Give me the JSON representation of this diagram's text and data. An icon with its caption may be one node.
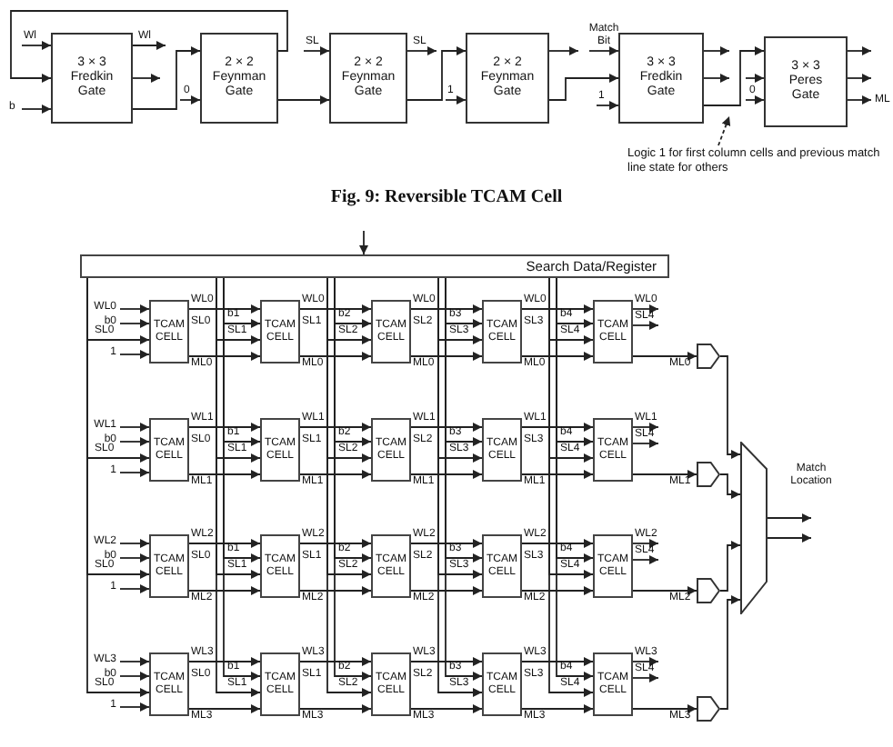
{
  "diagram": {
    "caption": "Fig. 9: Reversible TCAM Cell",
    "nodes": [
      {
        "text": [
          "3 × 3 Fredkin Gate"
        ]
      },
      {
        "text": [
          "2 × 2 Feynman Gate"
        ]
      },
      {
        "text": [
          "2 × 2 Feynman Gate"
        ]
      },
      {
        "text": [
          "2 × 2 Feynman Gate"
        ]
      },
      {
        "text": [
          "3 × 3 Fredkin Gate"
        ]
      },
      {
        "text": [
          "3 × 3 Peres Gate"
        ]
      },
      {
        "text": [
          "Logic 1 for first column cells and previous match line state for others"
        ]
      },
      {
        "text": [
          "Search Data/Register"
        ]
      },
      {
        "text": [
          "TCAM CELL"
        ]
      },
      {
        "text": [
          "TCAM CELL"
        ]
      },
      {
        "text": [
          "TCAM CELL"
        ]
      },
      {
        "text": [
          "TCAM CELL"
        ]
      },
      {
        "text": [
          "TCAM CELL"
        ]
      },
      {
        "text": [
          "TCAM CELL"
        ]
      },
      {
        "text": [
          "TCAM CELL"
        ]
      },
      {
        "text": [
          "TCAM CELL"
        ]
      },
      {
        "text": [
          "TCAM CELL"
        ]
      },
      {
        "text": [
          "TCAM CELL"
        ]
      },
      {
        "text": [
          "TCAM CELL"
        ]
      },
      {
        "text": [
          "TCAM CELL"
        ]
      },
      {
        "text": [
          "TCAM CELL"
        ]
      },
      {
        "text": [
          "TCAM CELL"
        ]
      },
      {
        "text": [
          "TCAM CELL"
        ]
      },
      {
        "text": [
          "TCAM CELL"
        ]
      },
      {
        "text": [
          "TCAM CELL"
        ]
      },
      {
        "text": [
          "TCAM CELL"
        ]
      },
      {
        "text": [
          "TCAM CELL"
        ]
      },
      {
        "text": [
          "TCAM CELL"
        ]
      },
      {
        "text": [],
        "shape": "gate"
      },
      {
        "text": [],
        "shape": "gate"
      },
      {
        "text": [],
        "shape": "gate"
      },
      {
        "text": [],
        "shape": "gate"
      },
      {
        "text": [],
        "shape": "trapezium",
        "beside": [
          "Match Location"
        ]
      }
    ],
    "edges": [
      {
        "from": null,
        "to": 0,
        "arrow": "to",
        "label": "Wl"
      },
      {
        "from": null,
        "to": 0,
        "arrow": "to",
        "label": "b"
      },
      {
        "from": 1,
        "to": 0,
        "arrow": "to"
      },
      {
        "from": 0,
        "to": null,
        "arrow": "to",
        "label": "Wl"
      },
      {
        "from": 0,
        "to": null,
        "arrow": "to"
      },
      {
        "from": 0,
        "to": 1,
        "arrow": "to"
      },
      {
        "from": null,
        "to": 1,
        "arrow": "to",
        "label": "0"
      },
      {
        "from": 1,
        "to": 2,
        "arrow": "to"
      },
      {
        "from": null,
        "to": 2,
        "arrow": "to",
        "label": "SL"
      },
      {
        "from": 2,
        "to": null,
        "arrow": "to",
        "label": "SL"
      },
      {
        "from": 2,
        "to": 3,
        "arrow": "to"
      },
      {
        "from": null,
        "to": 3,
        "arrow": "to",
        "label": "1"
      },
      {
        "from": 3,
        "to": null,
        "arrow": "to"
      },
      {
        "from": 3,
        "to": 4,
        "arrow": "to"
      },
      {
        "from": null,
        "to": 4,
        "arrow": "to",
        "label": "Match Bit"
      },
      {
        "from": null,
        "to": 4,
        "arrow": "to",
        "label": "1"
      },
      {
        "from": 4,
        "to": null,
        "arrow": "to"
      },
      {
        "from": 4,
        "to": null,
        "arrow": "to"
      },
      {
        "from": 4,
        "to": 5,
        "arrow": "to"
      },
      {
        "from": null,
        "to": 5,
        "arrow": "to"
      },
      {
        "from": null,
        "to": 5,
        "arrow": "to",
        "label": "0"
      },
      {
        "from": 5,
        "to": null,
        "arrow": "to"
      },
      {
        "from": 5,
        "to": null,
        "arrow": "to"
      },
      {
        "from": 5,
        "to": null,
        "arrow": "to",
        "label": "ML"
      },
      {
        "from": 6,
        "to": null,
        "arrow": "to",
        "style": "dashed"
      },
      {
        "from": null,
        "to": 7,
        "arrow": "to"
      },
      {
        "from": null,
        "to": 8,
        "arrow": "to",
        "label": "WL0"
      },
      {
        "from": null,
        "to": 8,
        "arrow": "to",
        "label": "b0"
      },
      {
        "from": 7,
        "to": 8,
        "arrow": "to",
        "label": "SL0"
      },
      {
        "from": null,
        "to": 8,
        "arrow": "to",
        "label": "1"
      },
      {
        "from": 8,
        "to": 9,
        "arrow": "to",
        "label": "WL0"
      },
      {
        "from": 8,
        "to": 9,
        "arrow": "to",
        "label": "ML0"
      },
      {
        "from": 7,
        "to": 9,
        "arrow": "to",
        "label": "b1"
      },
      {
        "from": 7,
        "to": 9,
        "arrow": "to",
        "label": "SL1"
      },
      {
        "from": 9,
        "to": 10,
        "arrow": "to",
        "label": "WL0"
      },
      {
        "from": 9,
        "to": 10,
        "arrow": "to",
        "label": "ML0"
      },
      {
        "from": 7,
        "to": 10,
        "arrow": "to",
        "label": "b2"
      },
      {
        "from": 7,
        "to": 10,
        "arrow": "to",
        "label": "SL2"
      },
      {
        "from": 10,
        "to": 11,
        "arrow": "to",
        "label": "WL0"
      },
      {
        "from": 10,
        "to": 11,
        "arrow": "to",
        "label": "ML0"
      },
      {
        "from": 7,
        "to": 11,
        "arrow": "to",
        "label": "b3"
      },
      {
        "from": 7,
        "to": 11,
        "arrow": "to",
        "label": "SL3"
      },
      {
        "from": 11,
        "to": 12,
        "arrow": "to",
        "label": "WL0"
      },
      {
        "from": 11,
        "to": 12,
        "arrow": "to",
        "label": "ML0"
      },
      {
        "from": 7,
        "to": 12,
        "arrow": "to",
        "label": "b4"
      },
      {
        "from": 7,
        "to": 12,
        "arrow": "to",
        "label": "SL4"
      },
      {
        "from": 12,
        "to": null,
        "arrow": "to",
        "label": "WL0"
      },
      {
        "from": 12,
        "to": null,
        "arrow": "to",
        "label": "SL4"
      },
      {
        "from": 12,
        "to": 28,
        "arrow": "to",
        "label": "ML0"
      },
      {
        "from": null,
        "to": 13,
        "arrow": "to",
        "label": "WL1"
      },
      {
        "from": null,
        "to": 13,
        "arrow": "to",
        "label": "b0"
      },
      {
        "from": 7,
        "to": 13,
        "arrow": "to",
        "label": "SL0"
      },
      {
        "from": null,
        "to": 13,
        "arrow": "to",
        "label": "1"
      },
      {
        "from": 13,
        "to": 14,
        "arrow": "to",
        "label": "WL1"
      },
      {
        "from": 13,
        "to": 14,
        "arrow": "to",
        "label": "ML1"
      },
      {
        "from": 7,
        "to": 14,
        "arrow": "to",
        "label": "b1"
      },
      {
        "from": 7,
        "to": 14,
        "arrow": "to",
        "label": "SL1"
      },
      {
        "from": 14,
        "to": 15,
        "arrow": "to",
        "label": "WL1"
      },
      {
        "from": 14,
        "to": 15,
        "arrow": "to",
        "label": "ML1"
      },
      {
        "from": 7,
        "to": 15,
        "arrow": "to",
        "label": "b2"
      },
      {
        "from": 7,
        "to": 15,
        "arrow": "to",
        "label": "SL2"
      },
      {
        "from": 15,
        "to": 16,
        "arrow": "to",
        "label": "WL1"
      },
      {
        "from": 15,
        "to": 16,
        "arrow": "to",
        "label": "ML1"
      },
      {
        "from": 7,
        "to": 16,
        "arrow": "to",
        "label": "b3"
      },
      {
        "from": 7,
        "to": 16,
        "arrow": "to",
        "label": "SL3"
      },
      {
        "from": 16,
        "to": 17,
        "arrow": "to",
        "label": "WL1"
      },
      {
        "from": 16,
        "to": 17,
        "arrow": "to",
        "label": "ML1"
      },
      {
        "from": 7,
        "to": 17,
        "arrow": "to",
        "label": "b4"
      },
      {
        "from": 7,
        "to": 17,
        "arrow": "to",
        "label": "SL4"
      },
      {
        "from": 17,
        "to": null,
        "arrow": "to",
        "label": "WL1"
      },
      {
        "from": 17,
        "to": null,
        "arrow": "to",
        "label": "SL4"
      },
      {
        "from": 17,
        "to": 29,
        "arrow": "to",
        "label": "ML1"
      },
      {
        "from": null,
        "to": 18,
        "arrow": "to",
        "label": "WL2"
      },
      {
        "from": null,
        "to": 18,
        "arrow": "to",
        "label": "b0"
      },
      {
        "from": 7,
        "to": 18,
        "arrow": "to",
        "label": "SL0"
      },
      {
        "from": null,
        "to": 18,
        "arrow": "to",
        "label": "1"
      },
      {
        "from": 18,
        "to": 19,
        "arrow": "to",
        "label": "WL2"
      },
      {
        "from": 18,
        "to": 19,
        "arrow": "to",
        "label": "ML2"
      },
      {
        "from": 7,
        "to": 19,
        "arrow": "to",
        "label": "b1"
      },
      {
        "from": 7,
        "to": 19,
        "arrow": "to",
        "label": "SL1"
      },
      {
        "from": 19,
        "to": 20,
        "arrow": "to",
        "label": "WL2"
      },
      {
        "from": 19,
        "to": 20,
        "arrow": "to",
        "label": "ML2"
      },
      {
        "from": 7,
        "to": 20,
        "arrow": "to",
        "label": "b2"
      },
      {
        "from": 7,
        "to": 20,
        "arrow": "to",
        "label": "SL2"
      },
      {
        "from": 20,
        "to": 21,
        "arrow": "to",
        "label": "WL2"
      },
      {
        "from": 20,
        "to": 21,
        "arrow": "to",
        "label": "ML2"
      },
      {
        "from": 7,
        "to": 21,
        "arrow": "to",
        "label": "b3"
      },
      {
        "from": 7,
        "to": 21,
        "arrow": "to",
        "label": "SL3"
      },
      {
        "from": 21,
        "to": 22,
        "arrow": "to",
        "label": "WL2"
      },
      {
        "from": 21,
        "to": 22,
        "arrow": "to",
        "label": "ML2"
      },
      {
        "from": 7,
        "to": 22,
        "arrow": "to",
        "label": "b4"
      },
      {
        "from": 7,
        "to": 22,
        "arrow": "to",
        "label": "SL4"
      },
      {
        "from": 22,
        "to": null,
        "arrow": "to",
        "label": "WL2"
      },
      {
        "from": 22,
        "to": null,
        "arrow": "to",
        "label": "SL4"
      },
      {
        "from": 22,
        "to": 30,
        "arrow": "to",
        "label": "ML2"
      },
      {
        "from": null,
        "to": 23,
        "arrow": "to",
        "label": "WL3"
      },
      {
        "from": null,
        "to": 23,
        "arrow": "to",
        "label": "b0"
      },
      {
        "from": 7,
        "to": 23,
        "arrow": "to",
        "label": "SL0"
      },
      {
        "from": null,
        "to": 23,
        "arrow": "to",
        "label": "1"
      },
      {
        "from": 23,
        "to": 24,
        "arrow": "to",
        "label": "WL3"
      },
      {
        "from": 23,
        "to": 24,
        "arrow": "to",
        "label": "ML3"
      },
      {
        "from": 7,
        "to": 24,
        "arrow": "to",
        "label": "b1"
      },
      {
        "from": 7,
        "to": 24,
        "arrow": "to",
        "label": "SL1"
      },
      {
        "from": 24,
        "to": 25,
        "arrow": "to",
        "label": "WL3"
      },
      {
        "from": 24,
        "to": 25,
        "arrow": "to",
        "label": "ML3"
      },
      {
        "from": 7,
        "to": 25,
        "arrow": "to",
        "label": "b2"
      },
      {
        "from": 7,
        "to": 25,
        "arrow": "to",
        "label": "SL2"
      },
      {
        "from": 25,
        "to": 26,
        "arrow": "to",
        "label": "WL3"
      },
      {
        "from": 25,
        "to": 26,
        "arrow": "to",
        "label": "ML3"
      },
      {
        "from": 7,
        "to": 26,
        "arrow": "to",
        "label": "b3"
      },
      {
        "from": 7,
        "to": 26,
        "arrow": "to",
        "label": "SL3"
      },
      {
        "from": 26,
        "to": 27,
        "arrow": "to",
        "label": "WL3"
      },
      {
        "from": 26,
        "to": 27,
        "arrow": "to",
        "label": "ML3"
      },
      {
        "from": 7,
        "to": 27,
        "arrow": "to",
        "label": "b4"
      },
      {
        "from": 7,
        "to": 27,
        "arrow": "to",
        "label": "SL4"
      },
      {
        "from": 27,
        "to": null,
        "arrow": "to",
        "label": "WL3"
      },
      {
        "from": 27,
        "to": null,
        "arrow": "to",
        "label": "SL4"
      },
      {
        "from": 27,
        "to": 31,
        "arrow": "to",
        "label": "ML3"
      },
      {
        "from": 28,
        "to": 32,
        "arrow": "to"
      },
      {
        "from": 29,
        "to": 32,
        "arrow": "to"
      },
      {
        "from": 30,
        "to": 32,
        "arrow": "to"
      },
      {
        "from": 31,
        "to": 32,
        "arrow": "to"
      },
      {
        "from": 32,
        "to": null,
        "arrow": "to"
      },
      {
        "from": 32,
        "to": null,
        "arrow": "to"
      }
    ],
    "labels": [
      "SL0",
      "SL1",
      "SL2",
      "SL3",
      "SL0",
      "SL1",
      "SL2",
      "SL3",
      "SL0",
      "SL1",
      "SL2",
      "SL3",
      "SL0",
      "SL1",
      "SL2",
      "SL3"
    ]
  }
}
